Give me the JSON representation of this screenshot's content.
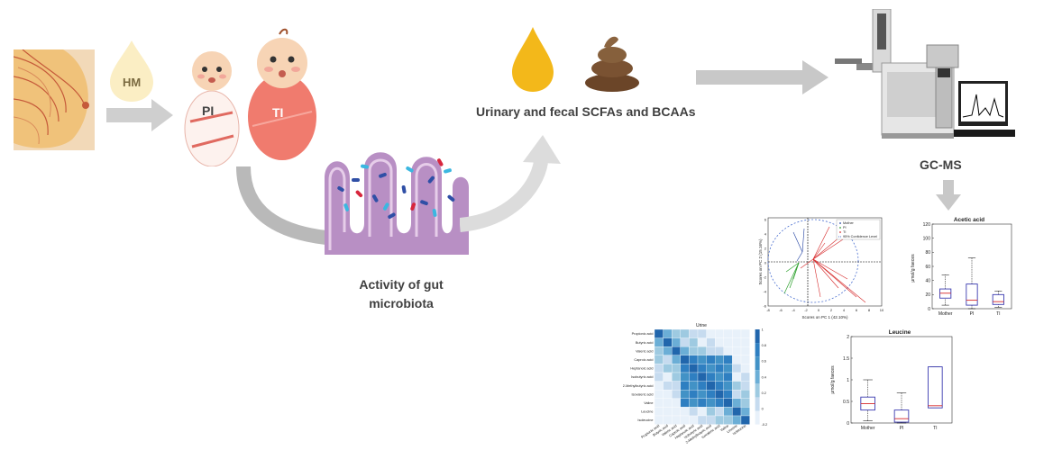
{
  "flow": {
    "hm_label": "HM",
    "pi_label": "PI",
    "ti_label": "TI",
    "samples_caption": "Urinary and fecal SCFAs and BCAAs",
    "instrument_caption": "GC-MS",
    "microbiota_caption_line1": "Activity of gut",
    "microbiota_caption_line2": "microbiota"
  },
  "colors": {
    "arrow": "#c8c8c8",
    "urine": "#f3b81a",
    "feces": "#7a5232",
    "ti_body": "#f07b6e",
    "pi_accent": "#e06a60",
    "box": "#3b3bb0",
    "heatmap": "#2f7fc1"
  },
  "icons": [
    "breast-illustration-icon",
    "milk-drop-icon",
    "preterm-infant-icon",
    "term-infant-icon",
    "urine-drop-icon",
    "feces-icon",
    "gut-villi-icon",
    "gc-ms-instrument-icon"
  ],
  "chart_data": [
    {
      "type": "scatter",
      "title": "",
      "xlabel": "Scores on PC 1 (42.10%)",
      "ylabel": "Scores on PC 2 (15.16%)",
      "legend": [
        "Mother",
        "PI",
        "TI",
        "95% Confidence Level"
      ],
      "legend_position": "top-right",
      "xticks": [
        "-8",
        "-6",
        "-4",
        "-2",
        "0",
        "2",
        "4",
        "6",
        "8",
        "10"
      ],
      "yticks": [
        "6",
        "4",
        "2",
        "0",
        "-2",
        "-4",
        "-6"
      ]
    },
    {
      "type": "box",
      "title": "Acetic acid",
      "ylabel": "μmol/g faeces",
      "categories": [
        "Mother",
        "PI",
        "TI"
      ],
      "yticks": [
        "0",
        "20",
        "40",
        "60",
        "80",
        "100",
        "120"
      ],
      "ylim": [
        0,
        120
      ],
      "boxes": [
        {
          "q1": 15,
          "median": 22,
          "q3": 28,
          "whisker_low": 5,
          "whisker_high": 48
        },
        {
          "q1": 5,
          "median": 12,
          "q3": 35,
          "whisker_low": 0,
          "whisker_high": 72
        },
        {
          "q1": 6,
          "median": 10,
          "q3": 20,
          "whisker_low": 2,
          "whisker_high": 25
        }
      ]
    },
    {
      "type": "box",
      "title": "Leucine",
      "ylabel": "μmol/g faeces",
      "categories": [
        "Mother",
        "PI",
        "TI"
      ],
      "yticks": [
        "0",
        "0.5",
        "1",
        "1.5",
        "2"
      ],
      "ylim": [
        0,
        2
      ],
      "boxes": [
        {
          "q1": 0.3,
          "median": 0.45,
          "q3": 0.6,
          "whisker_low": 0.05,
          "whisker_high": 1.0
        },
        {
          "q1": 0.02,
          "median": 0.1,
          "q3": 0.3,
          "whisker_low": 0,
          "whisker_high": 0.7
        },
        {
          "q1": 0.35,
          "median": 0.4,
          "q3": 1.3,
          "whisker_low": 0.35,
          "whisker_high": 1.3
        }
      ]
    },
    {
      "type": "heatmap",
      "title": "Urine",
      "labels": [
        "Propionic acid",
        "Butyric acid",
        "Valeric acid",
        "Caproic acid",
        "Heptanoic acid",
        "Isobutyric acid",
        "2-Methylbutyric acid",
        "Isovaleric acid",
        "Valine",
        "Leucine",
        "Isoleucine"
      ],
      "colorbar_ticks": [
        "1",
        "0.8",
        "0.6",
        "0.4",
        "0.2",
        "0",
        "-0.2"
      ]
    }
  ]
}
